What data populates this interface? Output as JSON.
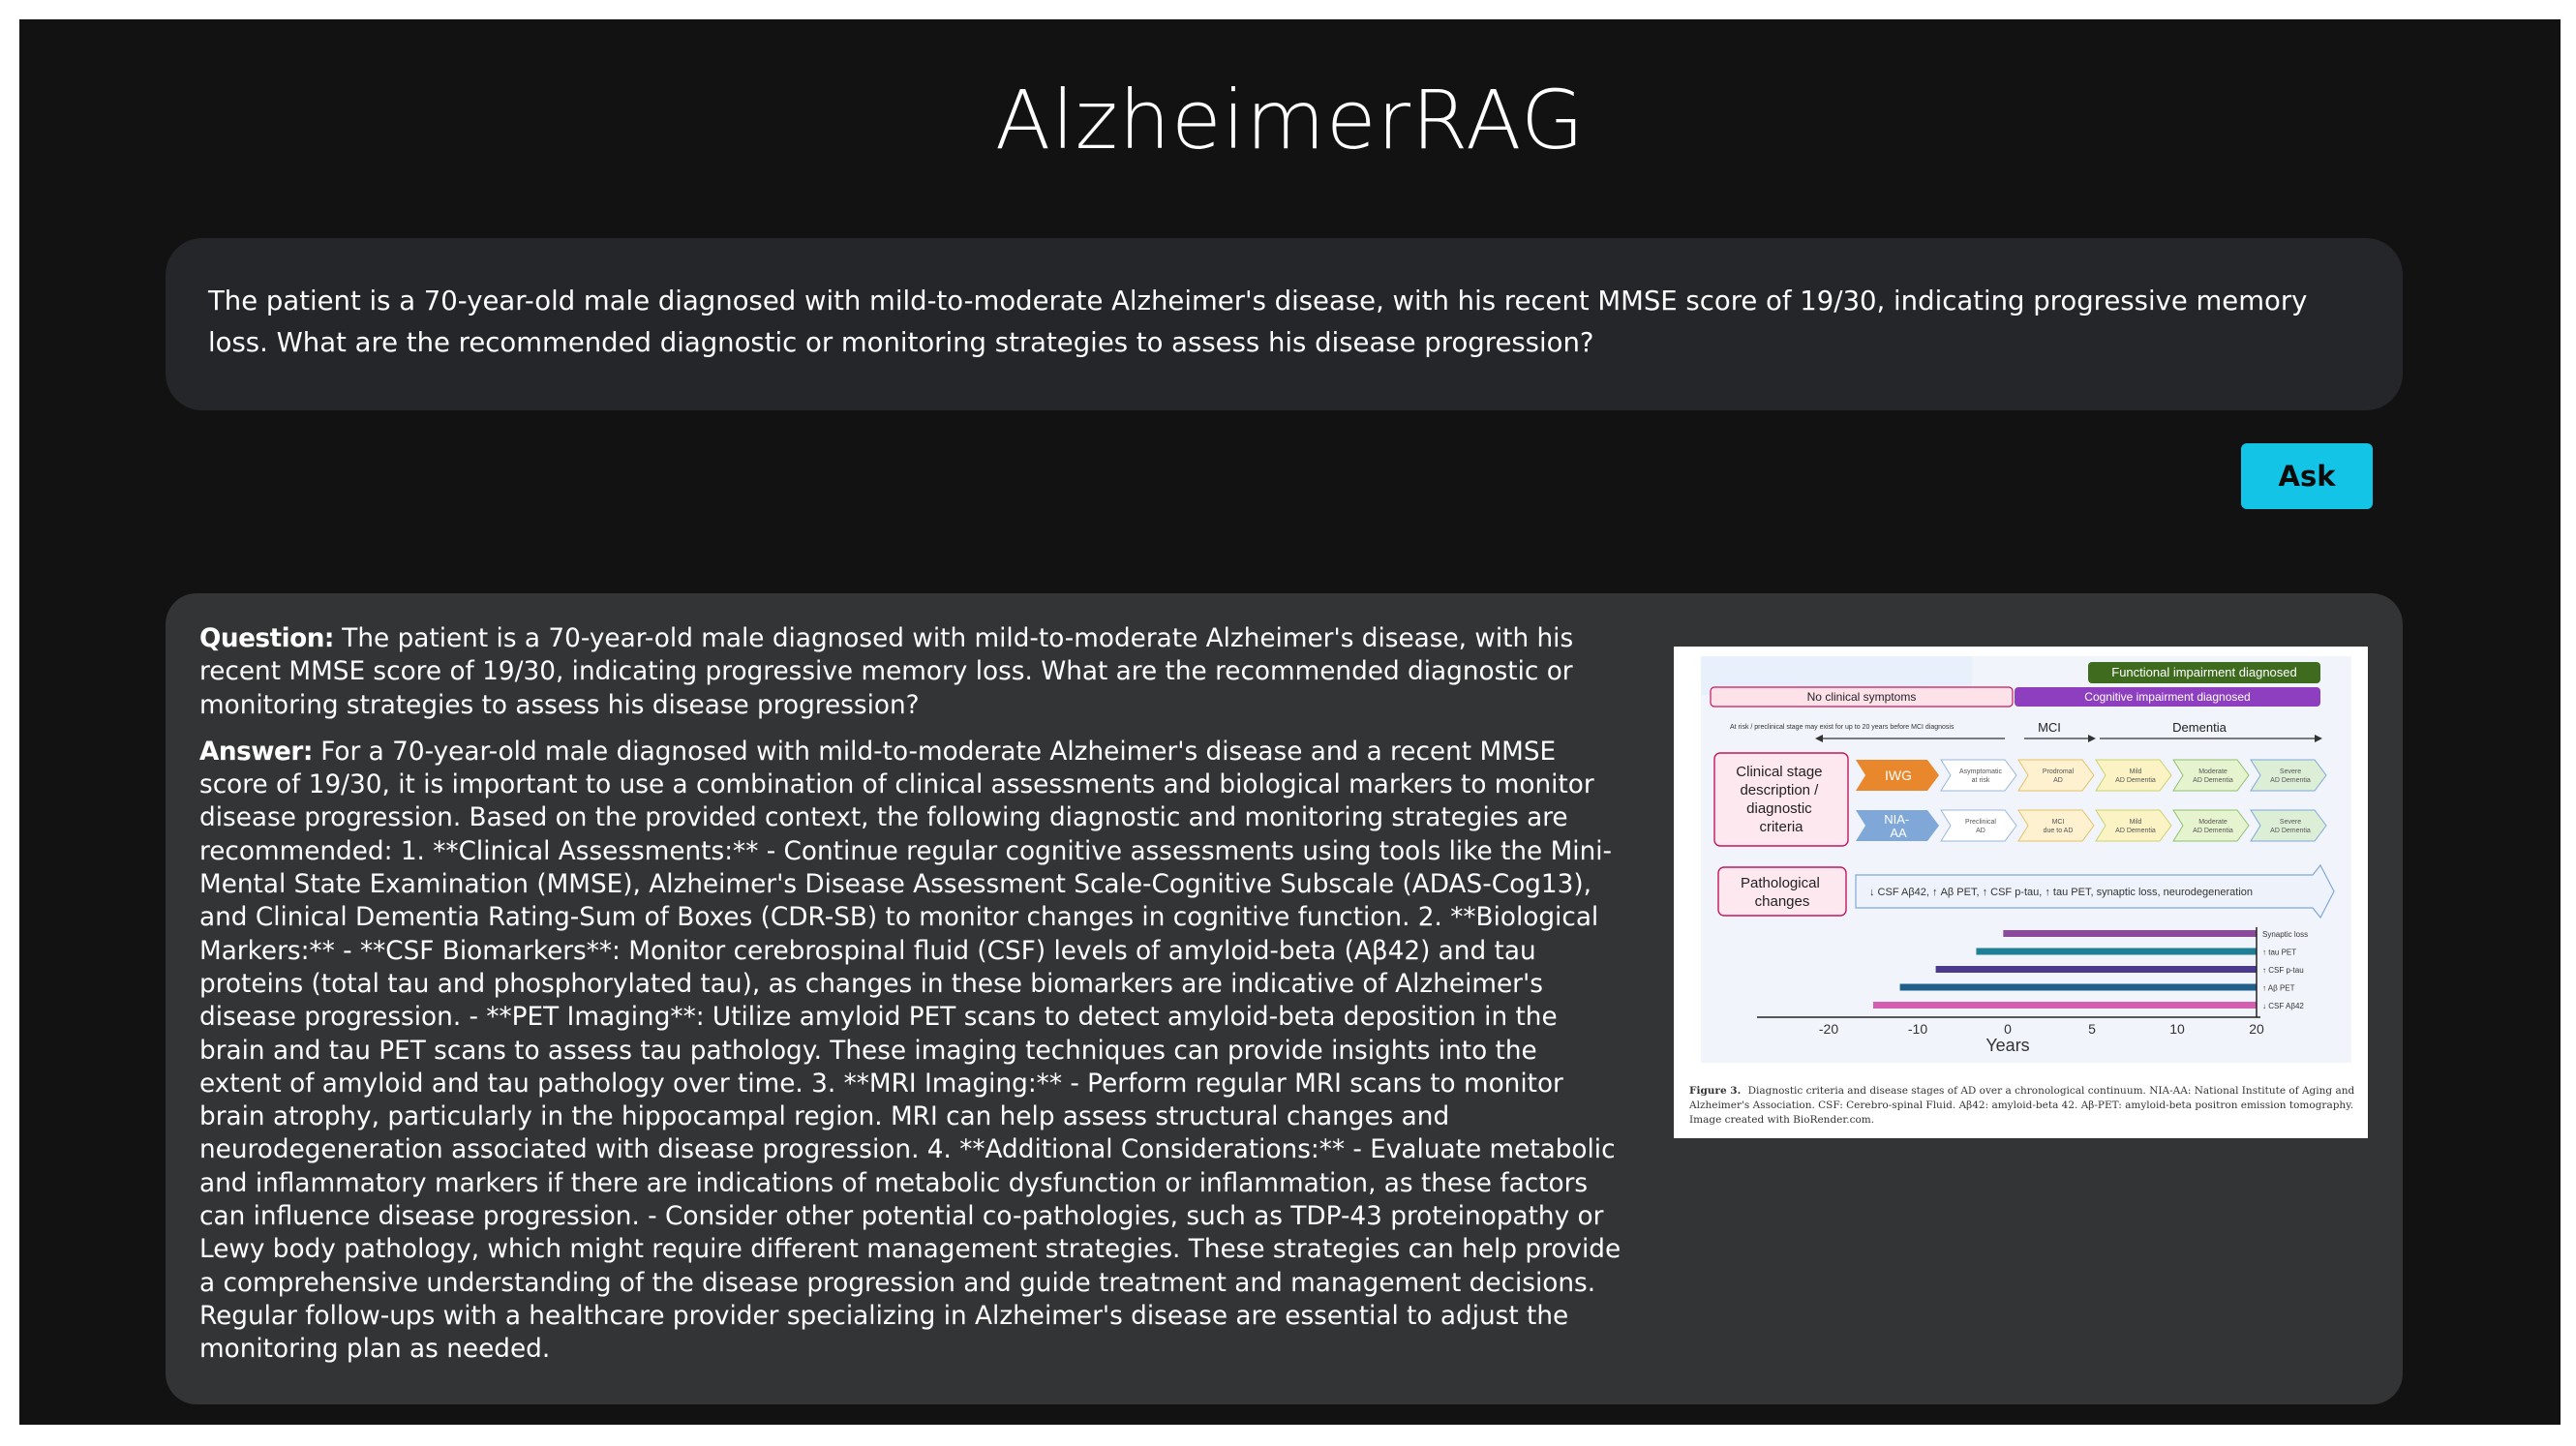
{
  "app": {
    "title": "AlzheimerRAG"
  },
  "query": {
    "text": "The patient is a 70-year-old male diagnosed with mild-to-moderate Alzheimer's disease, with his recent MMSE score of 19/30, indicating progressive memory loss. What are the recommended diagnostic or monitoring strategies to assess his disease progression?"
  },
  "ask_button": {
    "label": "Ask"
  },
  "result": {
    "question_label": "Question:",
    "question_text": " The patient is a 70-year-old male diagnosed with mild-to-moderate Alzheimer's disease, with his recent MMSE score of 19/30, indicating progressive memory loss. What are the recommended diagnostic or monitoring strategies to assess his disease progression?",
    "answer_label": "Answer:",
    "answer_text": " For a 70-year-old male diagnosed with mild-to-moderate Alzheimer's disease and a recent MMSE score of 19/30, it is important to use a combination of clinical assessments and biological markers to monitor disease progression. Based on the provided context, the following diagnostic and monitoring strategies are recommended: 1. **Clinical Assessments:** - Continue regular cognitive assessments using tools like the Mini-Mental State Examination (MMSE), Alzheimer's Disease Assessment Scale-Cognitive Subscale (ADAS-Cog13), and Clinical Dementia Rating-Sum of Boxes (CDR-SB) to monitor changes in cognitive function. 2. **Biological Markers:** - **CSF Biomarkers**: Monitor cerebrospinal fluid (CSF) levels of amyloid-beta (Aβ42) and tau proteins (total tau and phosphorylated tau), as changes in these biomarkers are indicative of Alzheimer's disease progression. - **PET Imaging**: Utilize amyloid PET scans to detect amyloid-beta deposition in the brain and tau PET scans to assess tau pathology. These imaging techniques can provide insights into the extent of amyloid and tau pathology over time. 3. **MRI Imaging:** - Perform regular MRI scans to monitor brain atrophy, particularly in the hippocampal region. MRI can help assess structural changes and neurodegeneration associated with disease progression. 4. **Additional Considerations:** - Evaluate metabolic and inflammatory markers if there are indications of metabolic dysfunction or inflammation, as these factors can influence disease progression. - Consider other potential co-pathologies, such as TDP-43 proteinopathy or Lewy body pathology, which might require different management strategies. These strategies can help provide a comprehensive understanding of the disease progression and guide treatment and management decisions. Regular follow-ups with a healthcare provider specializing in Alzheimer's disease are essential to adjust the monitoring plan as needed."
  },
  "figure": {
    "functional_label": "Functional impairment diagnosed",
    "no_symptoms_label": "No clinical symptoms",
    "cognitive_label": "Cognitive impairment diagnosed",
    "at_risk_note": "At risk / preclinical stage may exist for up to 20 years before MCI diagnosis",
    "mci_label": "MCI",
    "dementia_label": "Dementia",
    "clinical_stage_lines": [
      "Clinical stage",
      "description /",
      "diagnostic",
      "criteria"
    ],
    "iwg_label": "IWG",
    "iwg_stages": [
      [
        "Asymptomatic",
        "at risk"
      ],
      [
        "Prodromal",
        "AD"
      ],
      [
        "Mild",
        "AD Dementia"
      ],
      [
        "Moderate",
        "AD Dementia"
      ],
      [
        "Severe",
        "AD Dementia"
      ]
    ],
    "nia_lines": [
      "NIA-",
      "AA"
    ],
    "nia_stages": [
      [
        "Preclinical",
        "AD"
      ],
      [
        "MCI",
        "due to AD"
      ],
      [
        "Mild",
        "AD Dementia"
      ],
      [
        "Moderate",
        "AD Dementia"
      ],
      [
        "Severe",
        "AD Dementia"
      ]
    ],
    "pathological_lines": [
      "Pathological",
      "changes"
    ],
    "pathological_text": "↓ CSF Aβ42, ↑ Aβ PET, ↑ CSF p-tau, ↑ tau PET, synaptic loss, neurodegeneration",
    "bars": [
      {
        "label": "Synaptic loss",
        "start": -0.5,
        "color": "#8b4a9b"
      },
      {
        "label": "↑ tau PET",
        "start": -3.5,
        "color": "#1f7f95"
      },
      {
        "label": "↑ CSF p-tau",
        "start": -8,
        "color": "#4b3a8c"
      },
      {
        "label": "↑ Aβ PET",
        "start": -12,
        "color": "#1f5f8b"
      },
      {
        "label": "↓ CSF Aβ42",
        "start": -15,
        "color": "#d45fb0"
      }
    ],
    "axis_ticks": [
      "-20",
      "-10",
      "0",
      "5",
      "10",
      "20"
    ],
    "axis_label": "Years",
    "caption_bold": "Figure 3.",
    "caption_lines": [
      "Diagnostic criteria and disease stages of AD over a chronological continuum. NIA-AA: National Institute of Aging and",
      "Alzheimer's Association. CSF: Cerebro-spinal Fluid. Aβ42: amyloid-beta 42. Aβ-PET: amyloid-beta positron emission tomography.",
      "Image created with BioRender.com."
    ]
  }
}
